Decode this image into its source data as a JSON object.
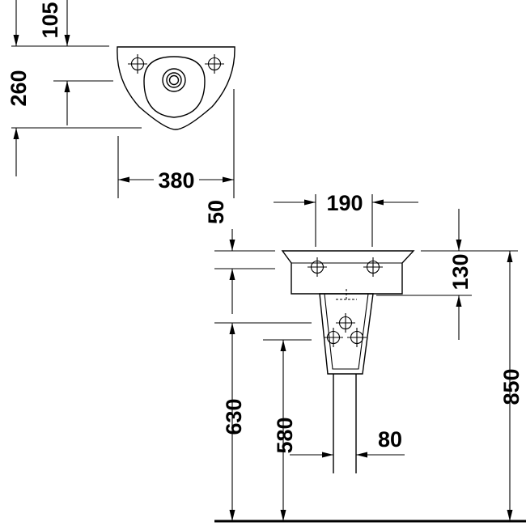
{
  "dimensions": {
    "top_offset": "105",
    "basin_depth": "260",
    "basin_width": "380",
    "tap_hole_distance": "190",
    "top_clearance": "50",
    "bowl_height": "130",
    "rim_height": "850",
    "bowl_bottom_height": "630",
    "waste_height": "580",
    "waste_width": "80"
  }
}
